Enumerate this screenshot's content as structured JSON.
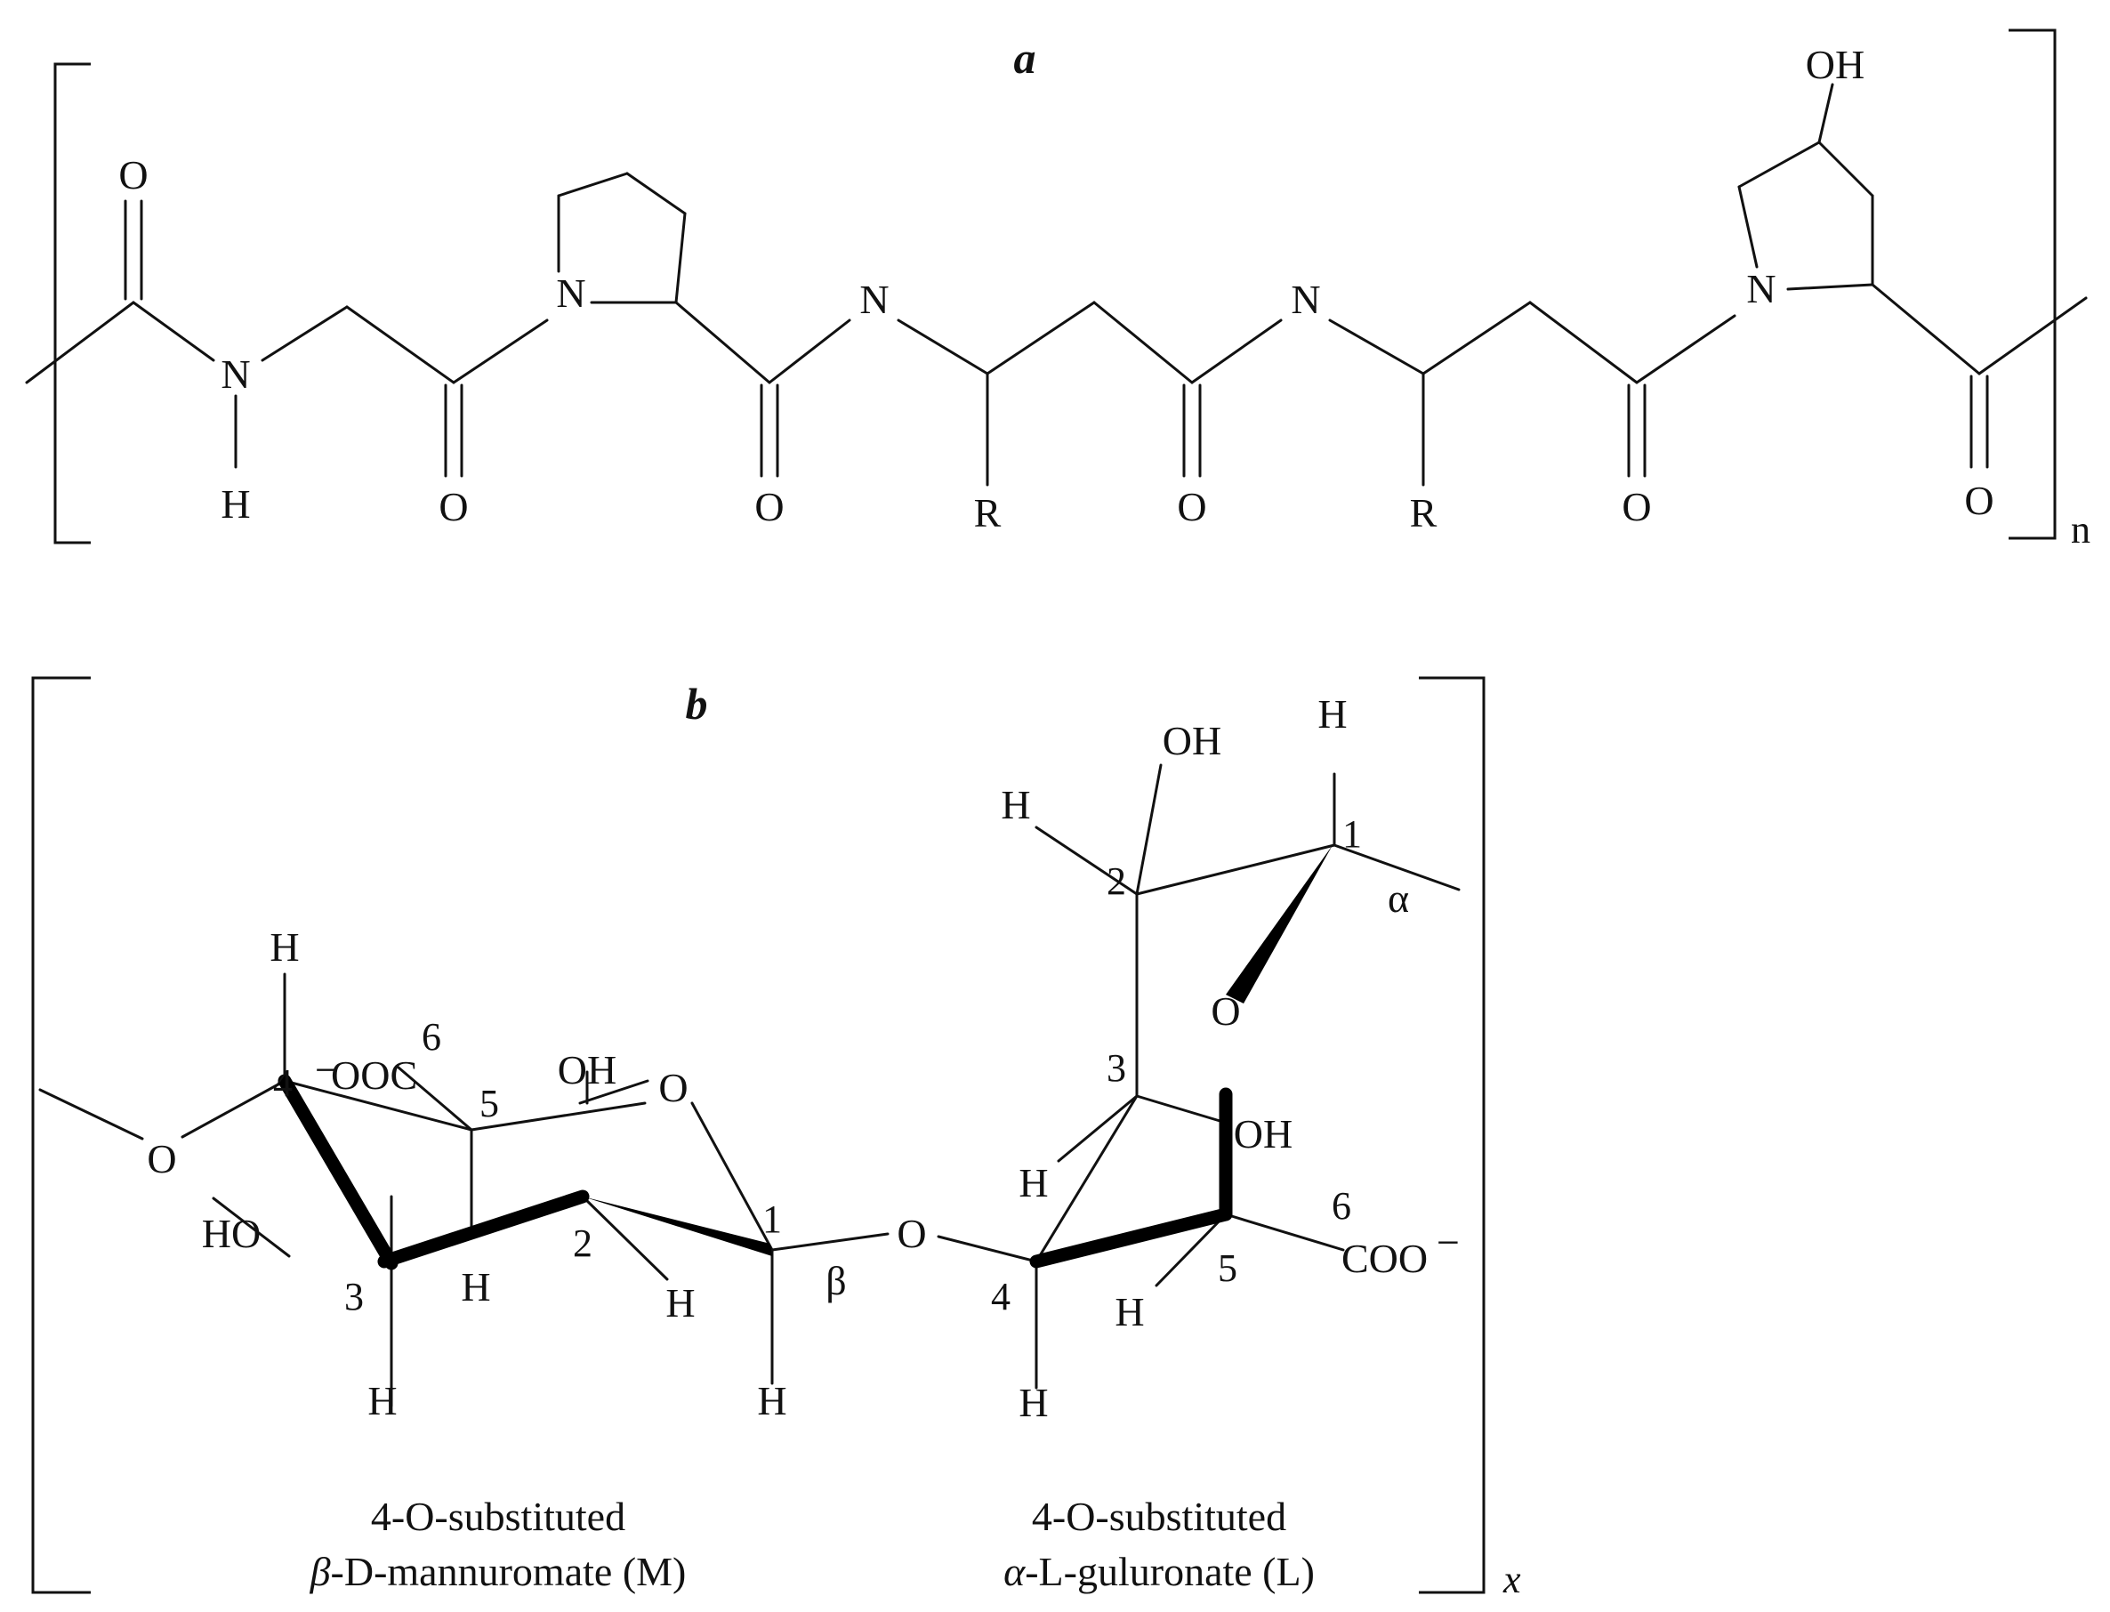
{
  "panel_a": {
    "label": "a",
    "repeat_subscript": "n",
    "atoms": {
      "O": "O",
      "N": "N",
      "H": "H",
      "R": "R",
      "OH": "OH"
    }
  },
  "panel_b": {
    "label": "b",
    "repeat_subscript": "x",
    "atoms": {
      "O": "O",
      "H": "H",
      "OH": "OH",
      "HO": "HO",
      "carboxylate_left": "OOC",
      "charge_minus": "−",
      "carboxylate_right": "COO"
    },
    "alpha": "α",
    "beta": "β",
    "numbers": {
      "n1": "1",
      "n2": "2",
      "n3": "3",
      "n4": "4",
      "n5": "5",
      "n6": "6"
    },
    "caption_left": {
      "line1": "4-O-substituted",
      "greek": "β",
      "rest": "-D-mannuromate (M)"
    },
    "caption_right": {
      "line1": "4-O-substituted",
      "greek": "α",
      "rest": "-L-guluronate (L)"
    }
  }
}
